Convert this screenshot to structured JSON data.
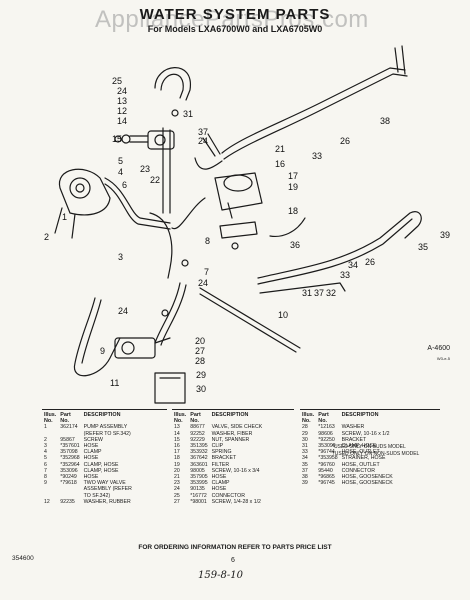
{
  "watermark": "AppliancePartsPros.com",
  "title": "WATER SYSTEM PARTS",
  "subtitle": "For Models LXA6700W0 and LXA6705W0",
  "callouts": [
    "25",
    "24",
    "13",
    "12",
    "14",
    "15",
    "31",
    "37",
    "24",
    "38",
    "26",
    "33",
    "21",
    "16",
    "17",
    "19",
    "18",
    "23",
    "22",
    "5",
    "4",
    "6",
    "2",
    "8",
    "3",
    "7",
    "24",
    "36",
    "35",
    "39",
    "26",
    "34",
    "33",
    "31",
    "37",
    "32",
    "10",
    "24",
    "11",
    "1",
    "9",
    "20",
    "27",
    "28",
    "29",
    "30"
  ],
  "ref_code": "A-4600",
  "ref_code_small": "W3-e-5",
  "table_headers": {
    "illus": "Illus.\nNo.",
    "part": "Part\nNo.",
    "desc": "DESCRIPTION"
  },
  "parts_col1": [
    [
      "1",
      "362174",
      "PUMP ASSEMBLY"
    ],
    [
      "",
      "",
      "(REFER TO SF.342)"
    ],
    [
      "2",
      "95867",
      "SCREW"
    ],
    [
      "3",
      "*357601",
      "HOSE"
    ],
    [
      "4",
      "357098",
      "CLAMP"
    ],
    [
      "5",
      "*352968",
      "HOSE"
    ],
    [
      "6",
      "*352964",
      "CLAMP, HOSE"
    ],
    [
      "7",
      "353096",
      "CLAMP, HOSE"
    ],
    [
      "8",
      "*90249",
      "HOSE"
    ],
    [
      "9",
      "*79618",
      "TWO WAY VALVE"
    ],
    [
      "",
      "",
      "ASSEMBLY (REFER"
    ],
    [
      "",
      "",
      "TO SF.342)"
    ],
    [
      "12",
      "92235",
      "WASHER, RUBBER"
    ]
  ],
  "parts_col2": [
    [
      "13",
      "88677",
      "VALVE, SIDE CHECK"
    ],
    [
      "14",
      "92252",
      "WASHER, FIBER"
    ],
    [
      "15",
      "92229",
      "NUT, SPANNER"
    ],
    [
      "16",
      "351395",
      "CLIP"
    ],
    [
      "17",
      "353932",
      "SPRING"
    ],
    [
      "18",
      "367642",
      "BRACKET"
    ],
    [
      "19",
      "363601",
      "FILTER"
    ],
    [
      "20",
      "98005",
      "SCREW, 10-16 x 3/4"
    ],
    [
      "21",
      "357905",
      "HOSE"
    ],
    [
      "23",
      "353995",
      "CLAMP"
    ],
    [
      "24",
      "90135",
      "HOSE"
    ],
    [
      "25",
      "*16772",
      "CONNECTOR"
    ],
    [
      "27",
      "*98001",
      "SCREW, 1/4-28 x 1/2"
    ]
  ],
  "parts_col3": [
    [
      "28",
      "*12163",
      "WASHER"
    ],
    [
      "29",
      "98606",
      "SCREW, 10-16 x 1/2"
    ],
    [
      "30",
      "*92250",
      "BRACKET"
    ],
    [
      "31",
      "353099",
      "CLAMP, HOSE"
    ],
    [
      "33",
      "*96744",
      "HOSE, OUTLET"
    ],
    [
      "34",
      "*353958",
      "STRAINER, HOSE"
    ],
    [
      "35",
      "*96760",
      "HOSE, OUTLET"
    ],
    [
      "37",
      "95440",
      "CONNECTOR"
    ],
    [
      "38",
      "*96865",
      "HOSE, GOOSENECK"
    ],
    [
      "39",
      "*96745",
      "HOSE, GOOSENECK"
    ]
  ],
  "notes": "*USED ONLY ON SUDS MODEL\n†USED ONLY ON NON-SUDS MODEL",
  "order_note": "FOR ORDERING INFORMATION REFER TO PARTS PRICE LIST",
  "page_number": "6",
  "doc_code": "354600",
  "handwritten": "159-8-10"
}
